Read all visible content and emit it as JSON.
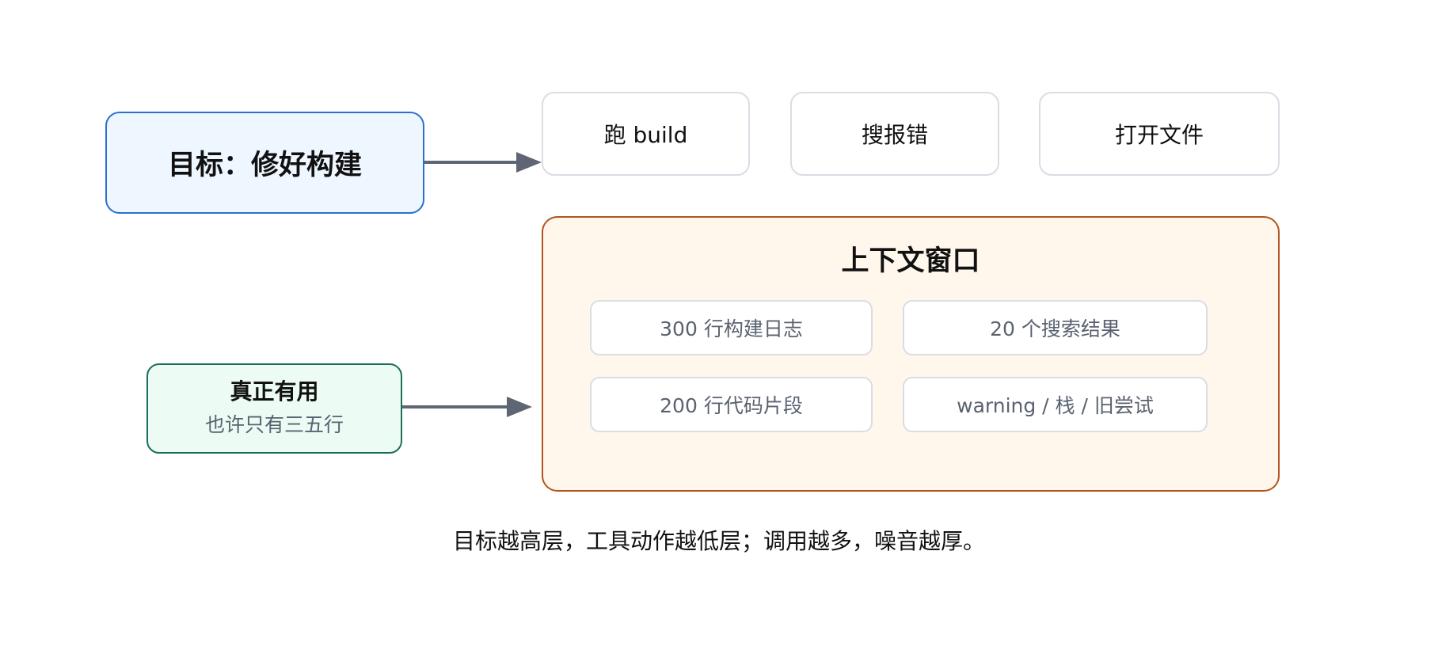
{
  "goal": {
    "label": "目标：修好构建"
  },
  "tools": [
    {
      "label": "跑 build"
    },
    {
      "label": "搜报错"
    },
    {
      "label": "打开文件"
    }
  ],
  "useful": {
    "title": "真正有用",
    "subtitle": "也许只有三五行"
  },
  "context_window": {
    "title": "上下文窗口",
    "items": [
      {
        "label": "300 行构建日志"
      },
      {
        "label": "20 个搜索结果"
      },
      {
        "label": "200 行代码片段"
      },
      {
        "label": "warning / 栈 / 旧尝试"
      }
    ]
  },
  "caption": "目标越高层，工具动作越低层；调用越多，噪音越厚。",
  "colors": {
    "goal_border": "#2a6fd1",
    "goal_fill": "#eef6ff",
    "useful_border": "#1c6e5c",
    "useful_fill": "#ecfbf3",
    "context_border": "#b4531e",
    "context_fill": "#fff6ec",
    "arrow": "#5f6673"
  }
}
